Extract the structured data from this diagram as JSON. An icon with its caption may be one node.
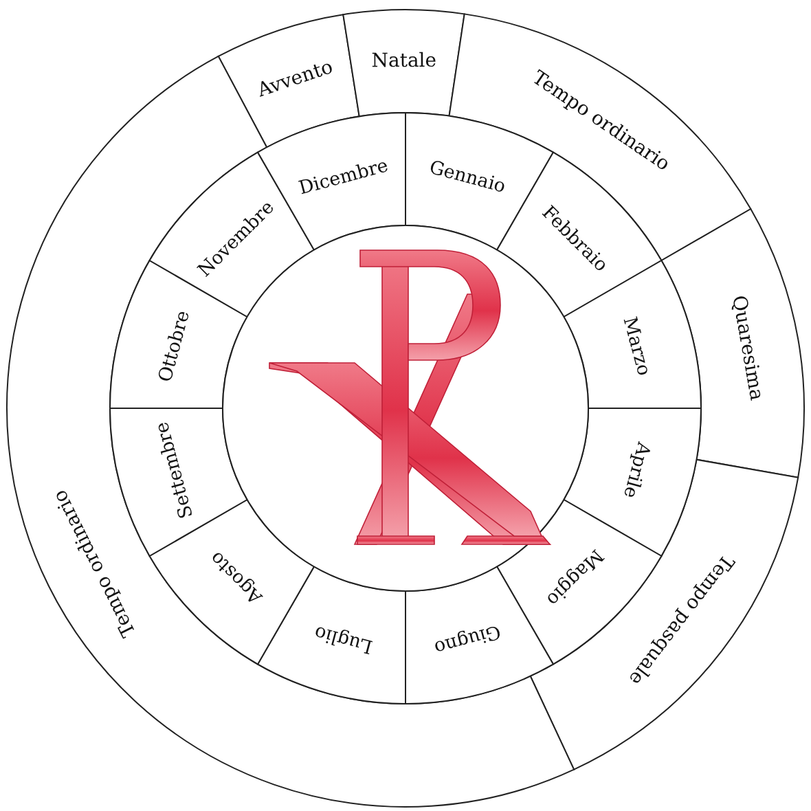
{
  "diagram": {
    "nodes": [
      {
        "text": [
          "Avvento"
        ]
      },
      {
        "text": [
          "Natale"
        ]
      },
      {
        "text": [
          "Tempo ordinario"
        ]
      },
      {
        "text": [
          "Quaresima"
        ]
      },
      {
        "text": [
          "Tempo pasquale"
        ]
      },
      {
        "text": [
          "Tempo ordinario"
        ]
      },
      {
        "text": [
          "Gennaio"
        ]
      },
      {
        "text": [
          "Febbraio"
        ]
      },
      {
        "text": [
          "Marzo"
        ]
      },
      {
        "text": [
          "Aprile"
        ]
      },
      {
        "text": [
          "Maggio"
        ]
      },
      {
        "text": [
          "Giugno"
        ]
      },
      {
        "text": [
          "Luglio"
        ]
      },
      {
        "text": [
          "Agosto"
        ]
      },
      {
        "text": [
          "Settembre"
        ]
      },
      {
        "text": [
          "Ottobre"
        ]
      },
      {
        "text": [
          "Novembre"
        ]
      },
      {
        "text": [
          "Dicembre"
        ]
      }
    ]
  }
}
